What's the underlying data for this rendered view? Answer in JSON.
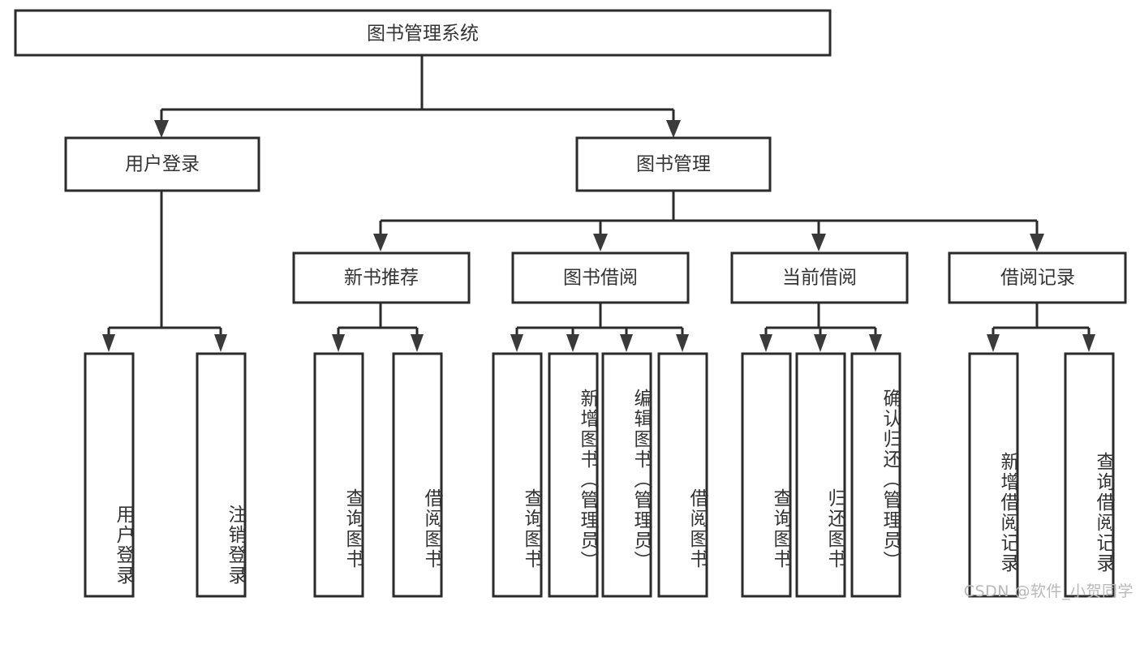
{
  "diagram": {
    "title": "图书管理系统",
    "type": "tree",
    "orientation": "top-down",
    "colors": {
      "box_stroke": "#2b2b2b",
      "box_fill": "#ffffff",
      "connector": "#2b2b2b",
      "arrow": "#3a3a3a",
      "text": "#333333",
      "watermark": "#b9b9b9",
      "background": "#ffffff"
    },
    "root": {
      "label": "图书管理系统"
    },
    "level2": [
      {
        "label": "用户登录"
      },
      {
        "label": "图书管理"
      }
    ],
    "level3": [
      {
        "label": "新书推荐"
      },
      {
        "label": "图书借阅"
      },
      {
        "label": "当前借阅"
      },
      {
        "label": "借阅记录"
      }
    ],
    "leaves": {
      "user_login": [
        {
          "label": "用户登录"
        },
        {
          "label": "注销登录"
        }
      ],
      "new_book_recommend": [
        {
          "label": "查询图书"
        },
        {
          "label": "借阅图书"
        }
      ],
      "book_borrow": [
        {
          "label": "查询图书"
        },
        {
          "label": "新增图书（管理员）"
        },
        {
          "label": "编辑图书（管理员）"
        },
        {
          "label": "借阅图书"
        }
      ],
      "current_borrow": [
        {
          "label": "查询图书"
        },
        {
          "label": "归还图书"
        },
        {
          "label": "确认归还（管理员）"
        }
      ],
      "borrow_record": [
        {
          "label": "新增借阅记录"
        },
        {
          "label": "查询借阅记录"
        }
      ]
    }
  },
  "watermark": {
    "text": "CSDN @软件_小贺同学"
  }
}
